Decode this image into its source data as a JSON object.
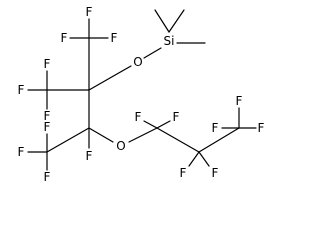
{
  "structure": {
    "atom_labels": {
      "f1": "F",
      "f2": "F",
      "f3": "F",
      "f4": "F",
      "f5": "F",
      "f6": "F",
      "f7": "F",
      "f8": "F",
      "f9": "F",
      "f10": "F",
      "f11": "F",
      "f12": "F",
      "f13": "F",
      "f14": "F",
      "f15": "F",
      "f16": "F",
      "f17": "F",
      "o1": "O",
      "o2": "O",
      "si": "Si"
    }
  }
}
